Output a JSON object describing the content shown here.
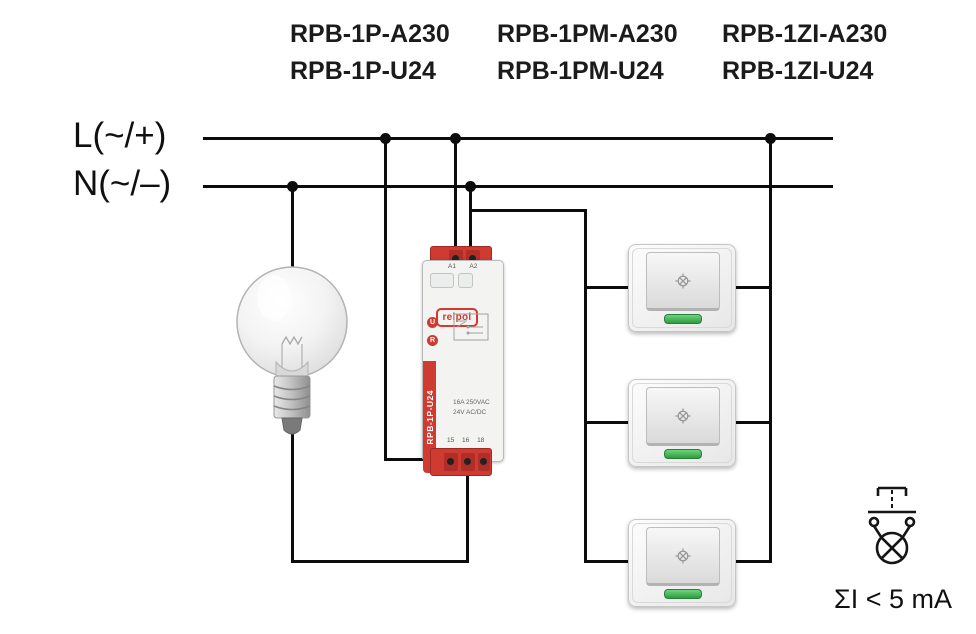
{
  "header": {
    "models": [
      {
        "line1": "RPB-1P-A230",
        "line2": "RPB-1P-U24"
      },
      {
        "line1": "RPB-1PM-A230",
        "line2": "RPB-1PM-U24"
      },
      {
        "line1": "RPB-1ZI-A230",
        "line2": "RPB-1ZI-U24"
      }
    ]
  },
  "rails": {
    "live_label": "L(~/+)",
    "neutral_label": "N(~/–)"
  },
  "relay_module": {
    "brand": "relpol",
    "model_strip": "RPB-1P-U24",
    "terminal_labels_top": "A1  A2",
    "terminal_labels_bottom": "15 16 18",
    "spec_line1": "16A 250VAC",
    "spec_line2": "24V AC/DC"
  },
  "note": {
    "text": "ΣI < 5 mA"
  },
  "colors": {
    "wire": "#0c0c0c",
    "terminal_red": "#cf3a31",
    "brand_red": "#d6372f",
    "indicator_green": "#3fae4e"
  },
  "icons": {
    "switch_button_icon": "lamp-symbol",
    "corner_symbol": "illuminated-pushbutton-with-lamp"
  }
}
